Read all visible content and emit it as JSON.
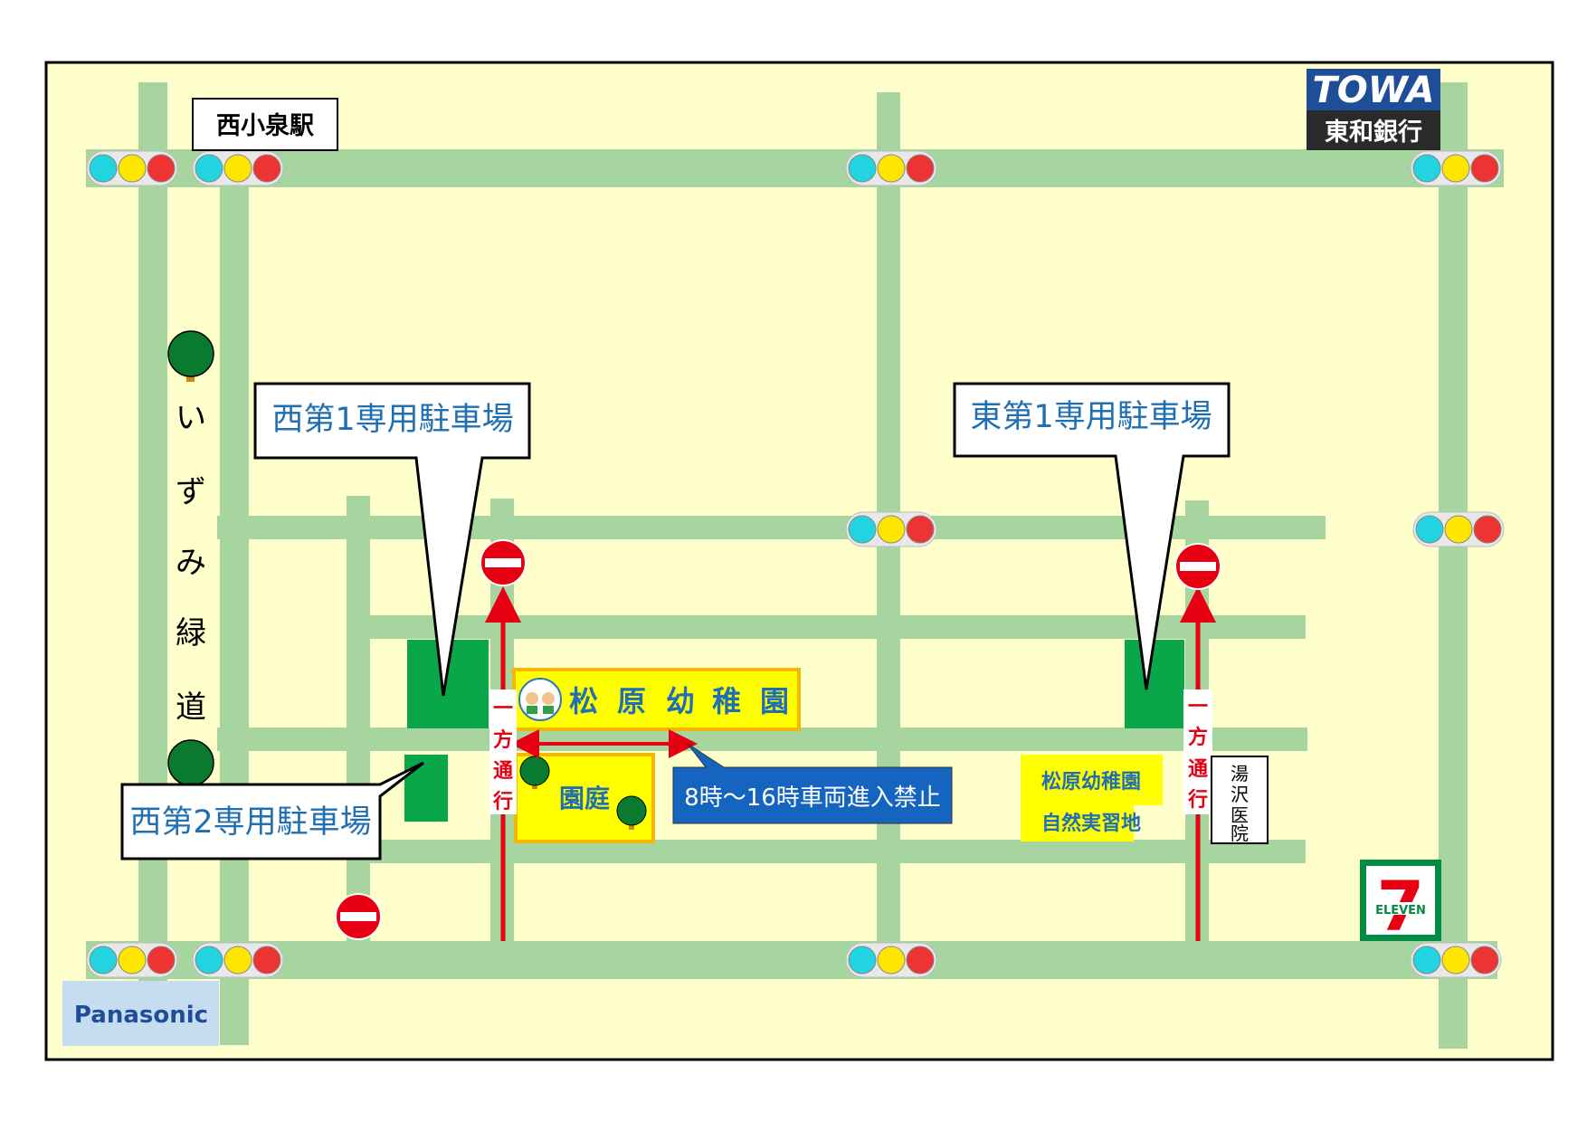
{
  "station": {
    "label": "西小泉駅"
  },
  "bank": {
    "brand": "TOWA",
    "name": "東和銀行",
    "color": "#1f4e99"
  },
  "convenience_store": {
    "brand": "ELEVEN",
    "number_glyph": "7",
    "colors": {
      "green": "#008c45",
      "orange": "#f28c28",
      "red": "#e60012"
    }
  },
  "electronics": {
    "brand": "Panasonic",
    "color": "#1f4e99"
  },
  "greenway": {
    "chars": [
      "い",
      "ず",
      "み",
      "緑",
      "道"
    ]
  },
  "parking": {
    "west1": {
      "label": "西第1専用駐車場"
    },
    "west2": {
      "label": "西第2専用駐車場"
    },
    "east1": {
      "label": "東第1専用駐車場"
    }
  },
  "kindergarten": {
    "name_chars": [
      "松",
      "原",
      "幼",
      "稚",
      "園"
    ]
  },
  "garden": {
    "label": "園庭"
  },
  "restriction": {
    "label": "8時～16時車両進入禁止"
  },
  "one_way": {
    "chars": [
      "一",
      "方",
      "通",
      "行"
    ]
  },
  "nature_area": {
    "line1": "松原幼稚園",
    "line2": "自然実習地"
  },
  "clinic": {
    "chars": [
      "湯",
      "沢",
      "医",
      "院"
    ]
  },
  "colors": {
    "background": "#ffffcc",
    "road": "#a6d5a0",
    "parking": "#0aa64a",
    "kindergarten_fill": "#ffff00",
    "kindergarten_border": "#f5b800",
    "label_text": "#1f6fb2",
    "restriction_box": "#1565c0",
    "arrow": "#e60012",
    "tree": "#0a7a2f",
    "light_cyan": "#22d3e0",
    "light_yellow": "#ffe600",
    "light_red": "#ee3333"
  }
}
